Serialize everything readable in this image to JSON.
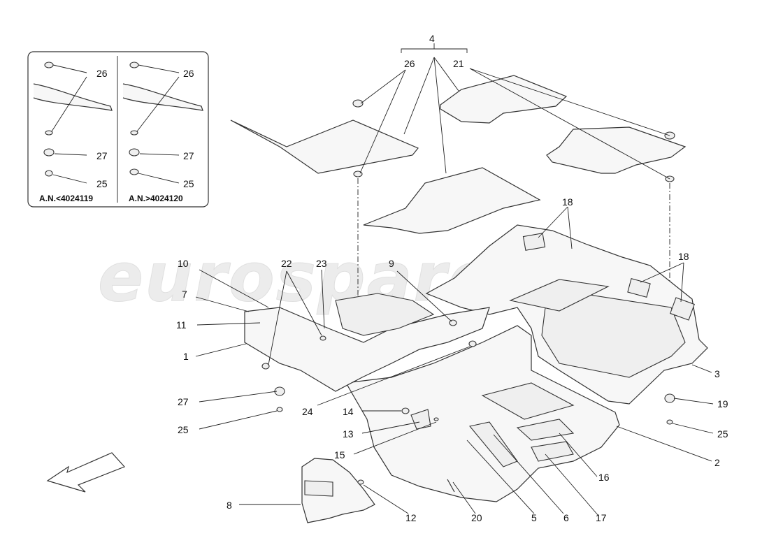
{
  "watermark": "eurospares",
  "inset": {
    "left_caption": "A.N.<4024119",
    "right_caption": "A.N.>4024120",
    "left_labels": [
      "26",
      "27",
      "25"
    ],
    "right_labels": [
      "26",
      "27",
      "25"
    ]
  },
  "callouts": {
    "c4": "4",
    "c26": "26",
    "c21": "21",
    "c18a": "18",
    "c18b": "18",
    "c10": "10",
    "c7": "7",
    "c11": "11",
    "c1": "1",
    "c22": "22",
    "c23": "23",
    "c9": "9",
    "c3": "3",
    "c27": "27",
    "c25": "25",
    "c24": "24",
    "c14": "14",
    "c13": "13",
    "c15": "15",
    "c19": "19",
    "c25b": "25",
    "c2": "2",
    "c16": "16",
    "c8": "8",
    "c12": "12",
    "c20": "20",
    "c5": "5",
    "c6": "6",
    "c17": "17"
  }
}
